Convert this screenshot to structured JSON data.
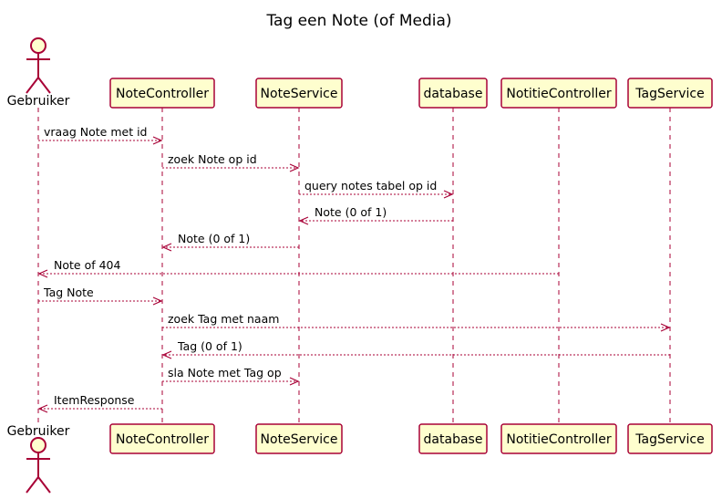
{
  "title": "Tag een Note (of Media)",
  "participants": [
    {
      "id": "gebruiker",
      "name": "Gebruiker",
      "kind": "actor"
    },
    {
      "id": "notecontroller",
      "name": "NoteController",
      "kind": "participant"
    },
    {
      "id": "noteservice",
      "name": "NoteService",
      "kind": "participant"
    },
    {
      "id": "database",
      "name": "database",
      "kind": "participant"
    },
    {
      "id": "notitiecontroller",
      "name": "NotitieController",
      "kind": "participant"
    },
    {
      "id": "tagservice",
      "name": "TagService",
      "kind": "participant"
    }
  ],
  "messages": [
    {
      "from": "gebruiker",
      "to": "notecontroller",
      "label": "vraag Note met id"
    },
    {
      "from": "notecontroller",
      "to": "noteservice",
      "label": "zoek Note op id"
    },
    {
      "from": "noteservice",
      "to": "database",
      "label": "query notes tabel op id"
    },
    {
      "from": "database",
      "to": "noteservice",
      "label": "Note (0 of 1)"
    },
    {
      "from": "noteservice",
      "to": "notecontroller",
      "label": "Note (0 of 1)"
    },
    {
      "from": "notitiecontroller",
      "to": "gebruiker",
      "label": "Note of 404"
    },
    {
      "from": "gebruiker",
      "to": "notecontroller",
      "label": "Tag Note"
    },
    {
      "from": "notecontroller",
      "to": "tagservice",
      "label": "zoek Tag met naam"
    },
    {
      "from": "tagservice",
      "to": "notecontroller",
      "label": "Tag (0 of 1)"
    },
    {
      "from": "notecontroller",
      "to": "noteservice",
      "label": "sla Note met Tag op"
    },
    {
      "from": "notecontroller",
      "to": "gebruiker",
      "label": "ItemResponse"
    }
  ],
  "colors": {
    "border": "#A80036",
    "fill": "#FEFECE",
    "text": "#000000"
  }
}
